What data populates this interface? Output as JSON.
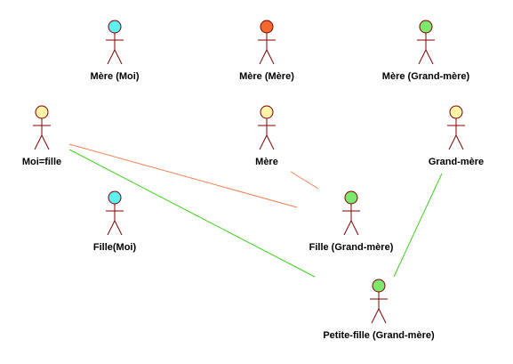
{
  "colors": {
    "stroke": "#800000",
    "line_orange": "#f08050",
    "line_green": "#40d020"
  },
  "actors": [
    {
      "id": "a1",
      "label": "Mère (Moi)",
      "head_color": "#5ff0f0"
    },
    {
      "id": "a2",
      "label": "Mère (Mère)",
      "head_color": "#f26a2e"
    },
    {
      "id": "a3",
      "label": "Mère (Grand-mère)",
      "head_color": "#7ee86e"
    },
    {
      "id": "a4",
      "label": "Moi=fille",
      "head_color": "#fff4a8"
    },
    {
      "id": "a5",
      "label": "Mère",
      "head_color": "#fff4a8"
    },
    {
      "id": "a6",
      "label": "Grand-mère",
      "head_color": "#fff4a8"
    },
    {
      "id": "a7",
      "label": "Fille(Moi)",
      "head_color": "#5ff0f0"
    },
    {
      "id": "a8",
      "label": "Fille (Grand-mère)",
      "head_color": "#7ee86e"
    },
    {
      "id": "a9",
      "label": "Petite-fille (Grand-mère)",
      "head_color": "#7ee86e"
    }
  ],
  "connections": [
    {
      "from": "Moi=fille",
      "to": "Fille (Grand-mère)",
      "color": "line_orange"
    },
    {
      "from": "Mère",
      "to": "Fille (Grand-mère)",
      "color": "line_orange"
    },
    {
      "from": "Moi=fille",
      "to": "Petite-fille (Grand-mère)",
      "color": "line_green"
    },
    {
      "from": "Grand-mère",
      "to": "Petite-fille (Grand-mère)",
      "color": "line_green"
    }
  ]
}
